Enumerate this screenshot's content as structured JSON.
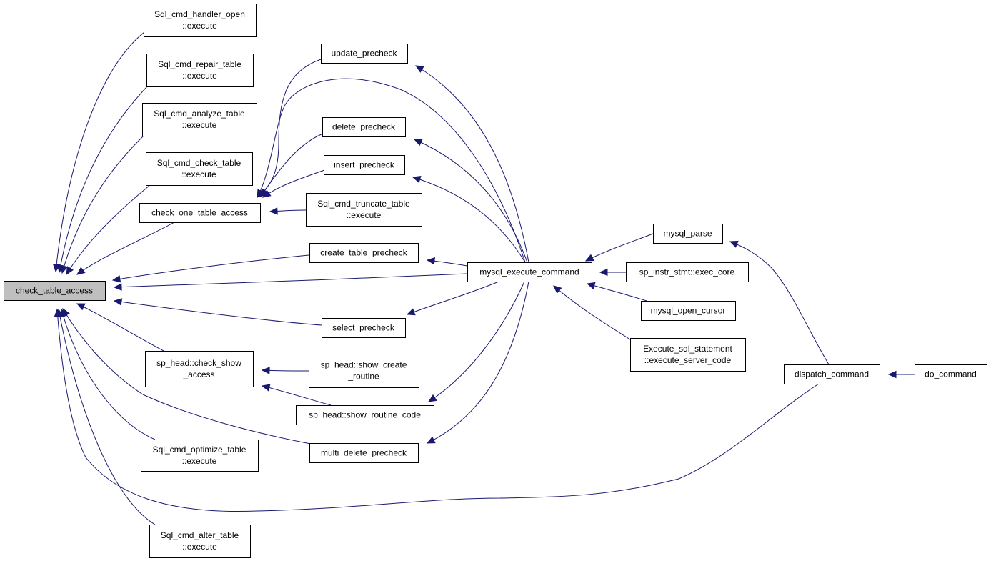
{
  "graph": {
    "colors": {
      "edge": "#191970",
      "root_fill": "#bfbfbf",
      "node_fill": "#ffffff",
      "node_border": "#000000"
    },
    "nodes": {
      "check_table_access": {
        "lines": [
          "check_table_access"
        ]
      },
      "handler_open": {
        "lines": [
          "Sql_cmd_handler_open",
          "::execute"
        ]
      },
      "repair_table": {
        "lines": [
          "Sql_cmd_repair_table",
          "::execute"
        ]
      },
      "analyze_table": {
        "lines": [
          "Sql_cmd_analyze_table",
          "::execute"
        ]
      },
      "check_table": {
        "lines": [
          "Sql_cmd_check_table",
          "::execute"
        ]
      },
      "check_one_table_access": {
        "lines": [
          "check_one_table_access"
        ]
      },
      "check_show_access": {
        "lines": [
          "sp_head::check_show",
          "_access"
        ]
      },
      "optimize_table": {
        "lines": [
          "Sql_cmd_optimize_table",
          "::execute"
        ]
      },
      "alter_table": {
        "lines": [
          "Sql_cmd_alter_table",
          "::execute"
        ]
      },
      "update_precheck": {
        "lines": [
          "update_precheck"
        ]
      },
      "delete_precheck": {
        "lines": [
          "delete_precheck"
        ]
      },
      "insert_precheck": {
        "lines": [
          "insert_precheck"
        ]
      },
      "truncate_table": {
        "lines": [
          "Sql_cmd_truncate_table",
          "::execute"
        ]
      },
      "create_table_precheck": {
        "lines": [
          "create_table_precheck"
        ]
      },
      "select_precheck": {
        "lines": [
          "select_precheck"
        ]
      },
      "show_create_routine": {
        "lines": [
          "sp_head::show_create",
          "_routine"
        ]
      },
      "show_routine_code": {
        "lines": [
          "sp_head::show_routine_code"
        ]
      },
      "multi_delete_precheck": {
        "lines": [
          "multi_delete_precheck"
        ]
      },
      "mysql_execute_command": {
        "lines": [
          "mysql_execute_command"
        ]
      },
      "mysql_parse": {
        "lines": [
          "mysql_parse"
        ]
      },
      "exec_core": {
        "lines": [
          "sp_instr_stmt::exec_core"
        ]
      },
      "mysql_open_cursor": {
        "lines": [
          "mysql_open_cursor"
        ]
      },
      "execute_server_code": {
        "lines": [
          "Execute_sql_statement",
          "::execute_server_code"
        ]
      },
      "dispatch_command": {
        "lines": [
          "dispatch_command"
        ]
      },
      "do_command": {
        "lines": [
          "do_command"
        ]
      }
    },
    "edges": [
      {
        "from": "handler_open",
        "to": "check_table_access"
      },
      {
        "from": "repair_table",
        "to": "check_table_access"
      },
      {
        "from": "analyze_table",
        "to": "check_table_access"
      },
      {
        "from": "check_table",
        "to": "check_table_access"
      },
      {
        "from": "check_one_table_access",
        "to": "check_table_access"
      },
      {
        "from": "create_table_precheck",
        "to": "check_table_access"
      },
      {
        "from": "mysql_execute_command",
        "to": "check_table_access"
      },
      {
        "from": "select_precheck",
        "to": "check_table_access"
      },
      {
        "from": "check_show_access",
        "to": "check_table_access"
      },
      {
        "from": "multi_delete_precheck",
        "to": "check_table_access"
      },
      {
        "from": "optimize_table",
        "to": "check_table_access"
      },
      {
        "from": "alter_table",
        "to": "check_table_access"
      },
      {
        "from": "dispatch_command",
        "to": "check_table_access"
      },
      {
        "from": "update_precheck",
        "to": "check_one_table_access"
      },
      {
        "from": "mysql_execute_command",
        "to": "check_one_table_access"
      },
      {
        "from": "delete_precheck",
        "to": "check_one_table_access"
      },
      {
        "from": "insert_precheck",
        "to": "check_one_table_access"
      },
      {
        "from": "truncate_table",
        "to": "check_one_table_access"
      },
      {
        "from": "mysql_execute_command",
        "to": "update_precheck"
      },
      {
        "from": "mysql_execute_command",
        "to": "delete_precheck"
      },
      {
        "from": "mysql_execute_command",
        "to": "insert_precheck"
      },
      {
        "from": "mysql_execute_command",
        "to": "create_table_precheck"
      },
      {
        "from": "mysql_execute_command",
        "to": "select_precheck"
      },
      {
        "from": "mysql_execute_command",
        "to": "show_routine_code"
      },
      {
        "from": "mysql_execute_command",
        "to": "multi_delete_precheck"
      },
      {
        "from": "show_create_routine",
        "to": "check_show_access"
      },
      {
        "from": "show_routine_code",
        "to": "check_show_access"
      },
      {
        "from": "mysql_parse",
        "to": "mysql_execute_command"
      },
      {
        "from": "exec_core",
        "to": "mysql_execute_command"
      },
      {
        "from": "mysql_open_cursor",
        "to": "mysql_execute_command"
      },
      {
        "from": "execute_server_code",
        "to": "mysql_execute_command"
      },
      {
        "from": "dispatch_command",
        "to": "mysql_parse"
      },
      {
        "from": "do_command",
        "to": "dispatch_command"
      }
    ]
  }
}
